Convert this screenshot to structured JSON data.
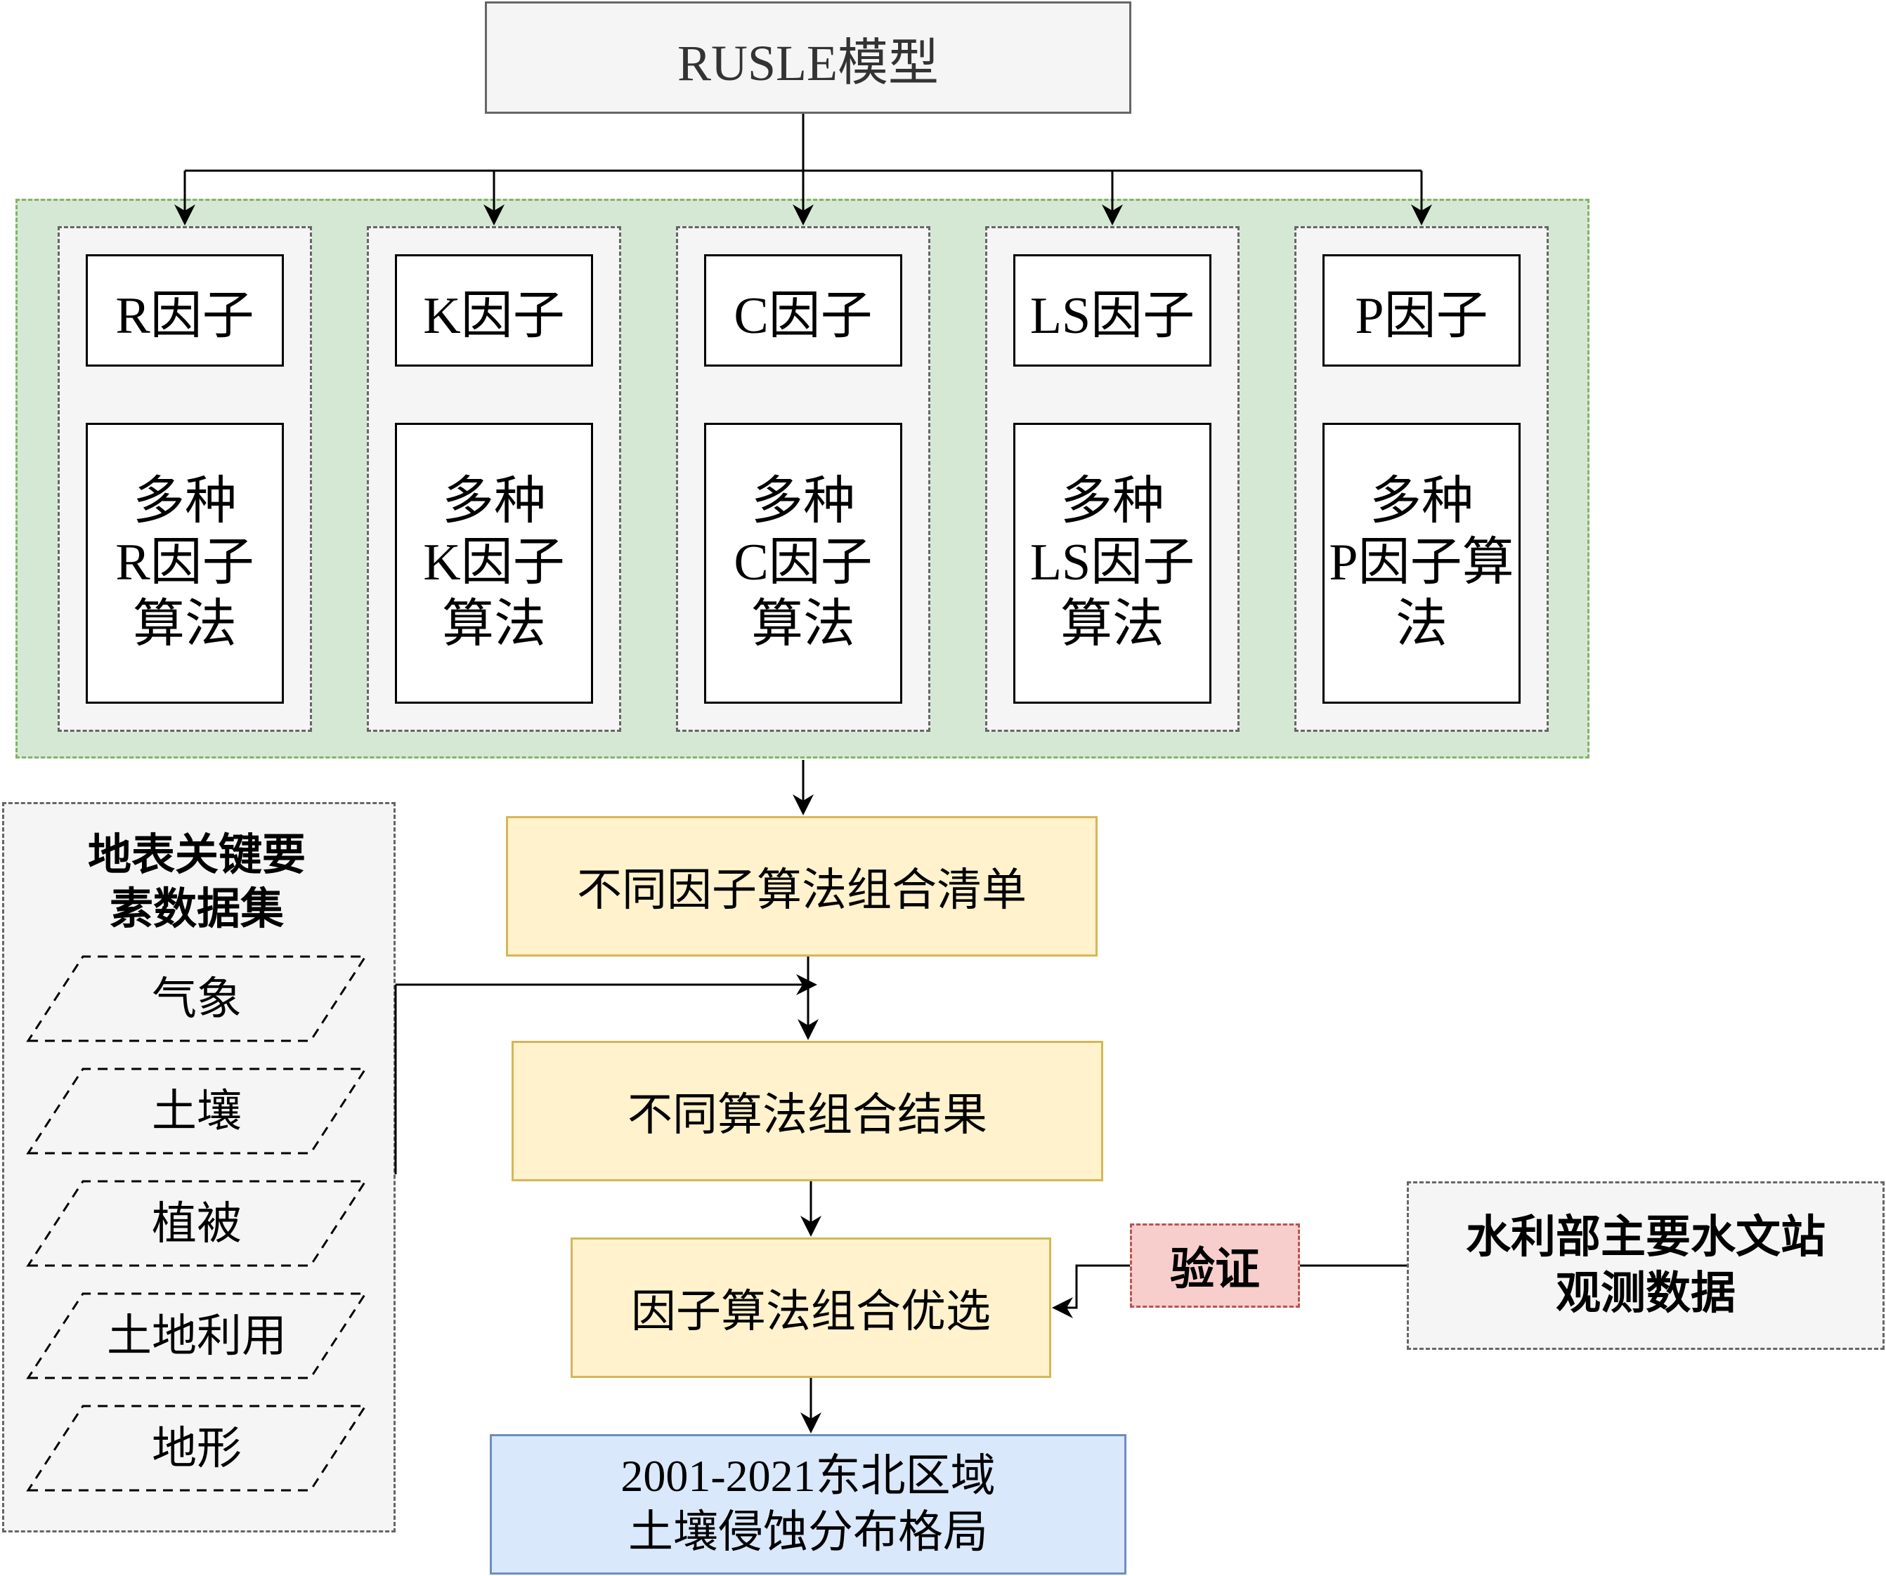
{
  "model": {
    "title": "RUSLE模型"
  },
  "factors": [
    {
      "name": "R因子",
      "algorithms": [
        "多种",
        "R因子",
        "算法"
      ]
    },
    {
      "name": "K因子",
      "algorithms": [
        "多种",
        "K因子",
        "算法"
      ]
    },
    {
      "name": "C因子",
      "algorithms": [
        "多种",
        "C因子",
        "算法"
      ]
    },
    {
      "name": "LS因子",
      "algorithms": [
        "多种",
        "LS因子",
        "算法"
      ]
    },
    {
      "name": "P因子",
      "algorithms": [
        "多种",
        "P因子算",
        "法"
      ]
    }
  ],
  "dataset": {
    "title": [
      "地表关键要",
      "素数据集"
    ],
    "items": [
      "气象",
      "土壤",
      "植被",
      "土地利用",
      "地形"
    ]
  },
  "flow": {
    "combination_list": "不同因子算法组合清单",
    "combination_results": "不同算法组合结果",
    "optimization": "因子算法组合优选",
    "output": [
      "2001-2021东北区域",
      "土壤侵蚀分布格局"
    ]
  },
  "validation": {
    "label": "验证",
    "source": [
      "水利部主要水文站",
      "观测数据"
    ]
  }
}
